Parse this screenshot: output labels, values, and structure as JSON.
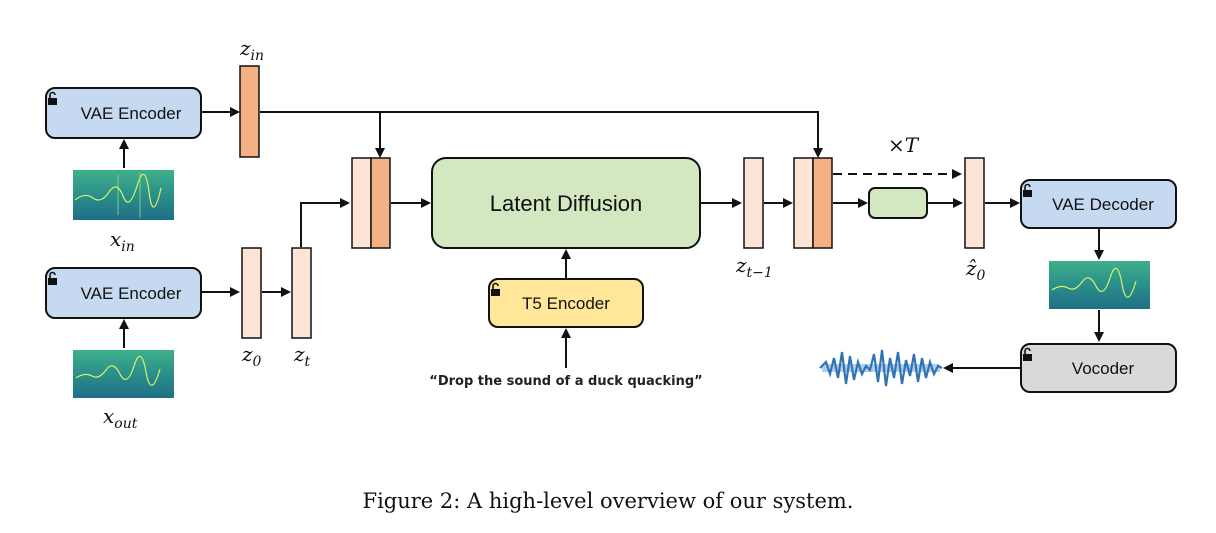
{
  "encoders": {
    "vae_encoder_in_label": "VAE Encoder",
    "vae_encoder_out_label": "VAE Encoder"
  },
  "latent_diffusion_label": "Latent Diffusion",
  "t5_encoder_label": "T5 Encoder",
  "vae_decoder_label": "VAE Decoder",
  "vocoder_label": "Vocoder",
  "prompt_text": "“Drop the sound of a duck quacking”",
  "math_labels": {
    "z_in": {
      "base": "z",
      "sub": "in"
    },
    "x_in": {
      "base": "x",
      "sub": "in"
    },
    "x_out": {
      "base": "x",
      "sub": "out"
    },
    "z_0": {
      "base": "z",
      "sub": "0"
    },
    "z_t": {
      "base": "z",
      "sub": "t"
    },
    "z_t_minus_1": {
      "base": "z",
      "sub": "t−1"
    },
    "z_hat_0": {
      "base": "ẑ",
      "sub": "0"
    },
    "times_T": "×T"
  },
  "caption": "Figure 2: A high-level overview of our system.",
  "colors": {
    "blue_box": "#c5d9f1",
    "green_box": "#d3e8c1",
    "yellow_box": "#ffe699",
    "gray_box": "#d9d9d9",
    "latent_light": "#fce4d6",
    "latent_dark": "#f4b183",
    "spectrogram": "#2a9a8c",
    "waveform": "#2e75b6"
  }
}
